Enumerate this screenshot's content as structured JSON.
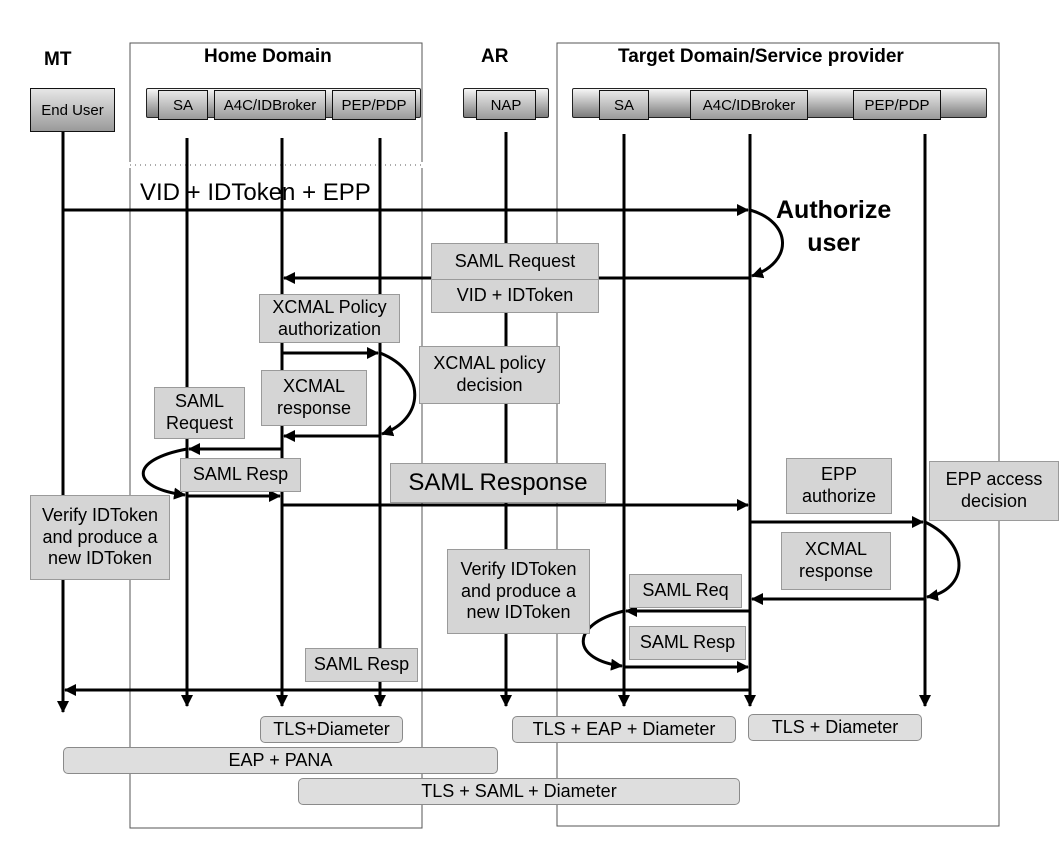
{
  "headers": {
    "mt": "MT",
    "home_domain": "Home Domain",
    "ar": "AR",
    "target_domain": "Target Domain/Service provider"
  },
  "entities": {
    "end_user": "End User",
    "home_sa": "SA",
    "home_a4c": "A4C/IDBroker",
    "home_pep": "PEP/PDP",
    "nap": "NAP",
    "target_sa": "SA",
    "target_a4c": "A4C/IDBroker",
    "target_pep": "PEP/PDP"
  },
  "messages": {
    "vid_idtoken_epp": "VID + IDToken + EPP",
    "authorize_user_1": "Authorize",
    "authorize_user_2": "user",
    "saml_request_top": "SAML Request",
    "vid_idtoken": "VID + IDToken",
    "xcmal_policy_auth_1": "XCMAL Policy",
    "xcmal_policy_auth_2": "authorization",
    "xcmal_policy_decision_1": "XCMAL policy",
    "xcmal_policy_decision_2": "decision",
    "xcmal_response_home_1": "XCMAL",
    "xcmal_response_home_2": "response",
    "saml_request_home_1": "SAML",
    "saml_request_home_2": "Request",
    "saml_resp_home": "SAML Resp",
    "saml_response_big": "SAML Response",
    "epp_authorize_1": "EPP",
    "epp_authorize_2": "authorize",
    "epp_access_decision_1": "EPP access",
    "epp_access_decision_2": "decision",
    "verify_home_1": "Verify IDToken",
    "verify_home_2": "and produce a",
    "verify_home_3": "new IDToken",
    "xcmal_response_target_1": "XCMAL",
    "xcmal_response_target_2": "response",
    "verify_target_1": "Verify IDToken",
    "verify_target_2": "and produce a",
    "verify_target_3": "new IDToken",
    "saml_req_target": "SAML Req",
    "saml_resp_target": "SAML Resp",
    "saml_resp_bottom": "SAML Resp"
  },
  "protocols": {
    "tls_diameter_home": "TLS+Diameter",
    "tls_eap_diameter": "TLS + EAP + Diameter",
    "tls_diameter_target": "TLS + Diameter",
    "eap_pana": "EAP + PANA",
    "tls_saml_diameter": "TLS + SAML + Diameter"
  }
}
